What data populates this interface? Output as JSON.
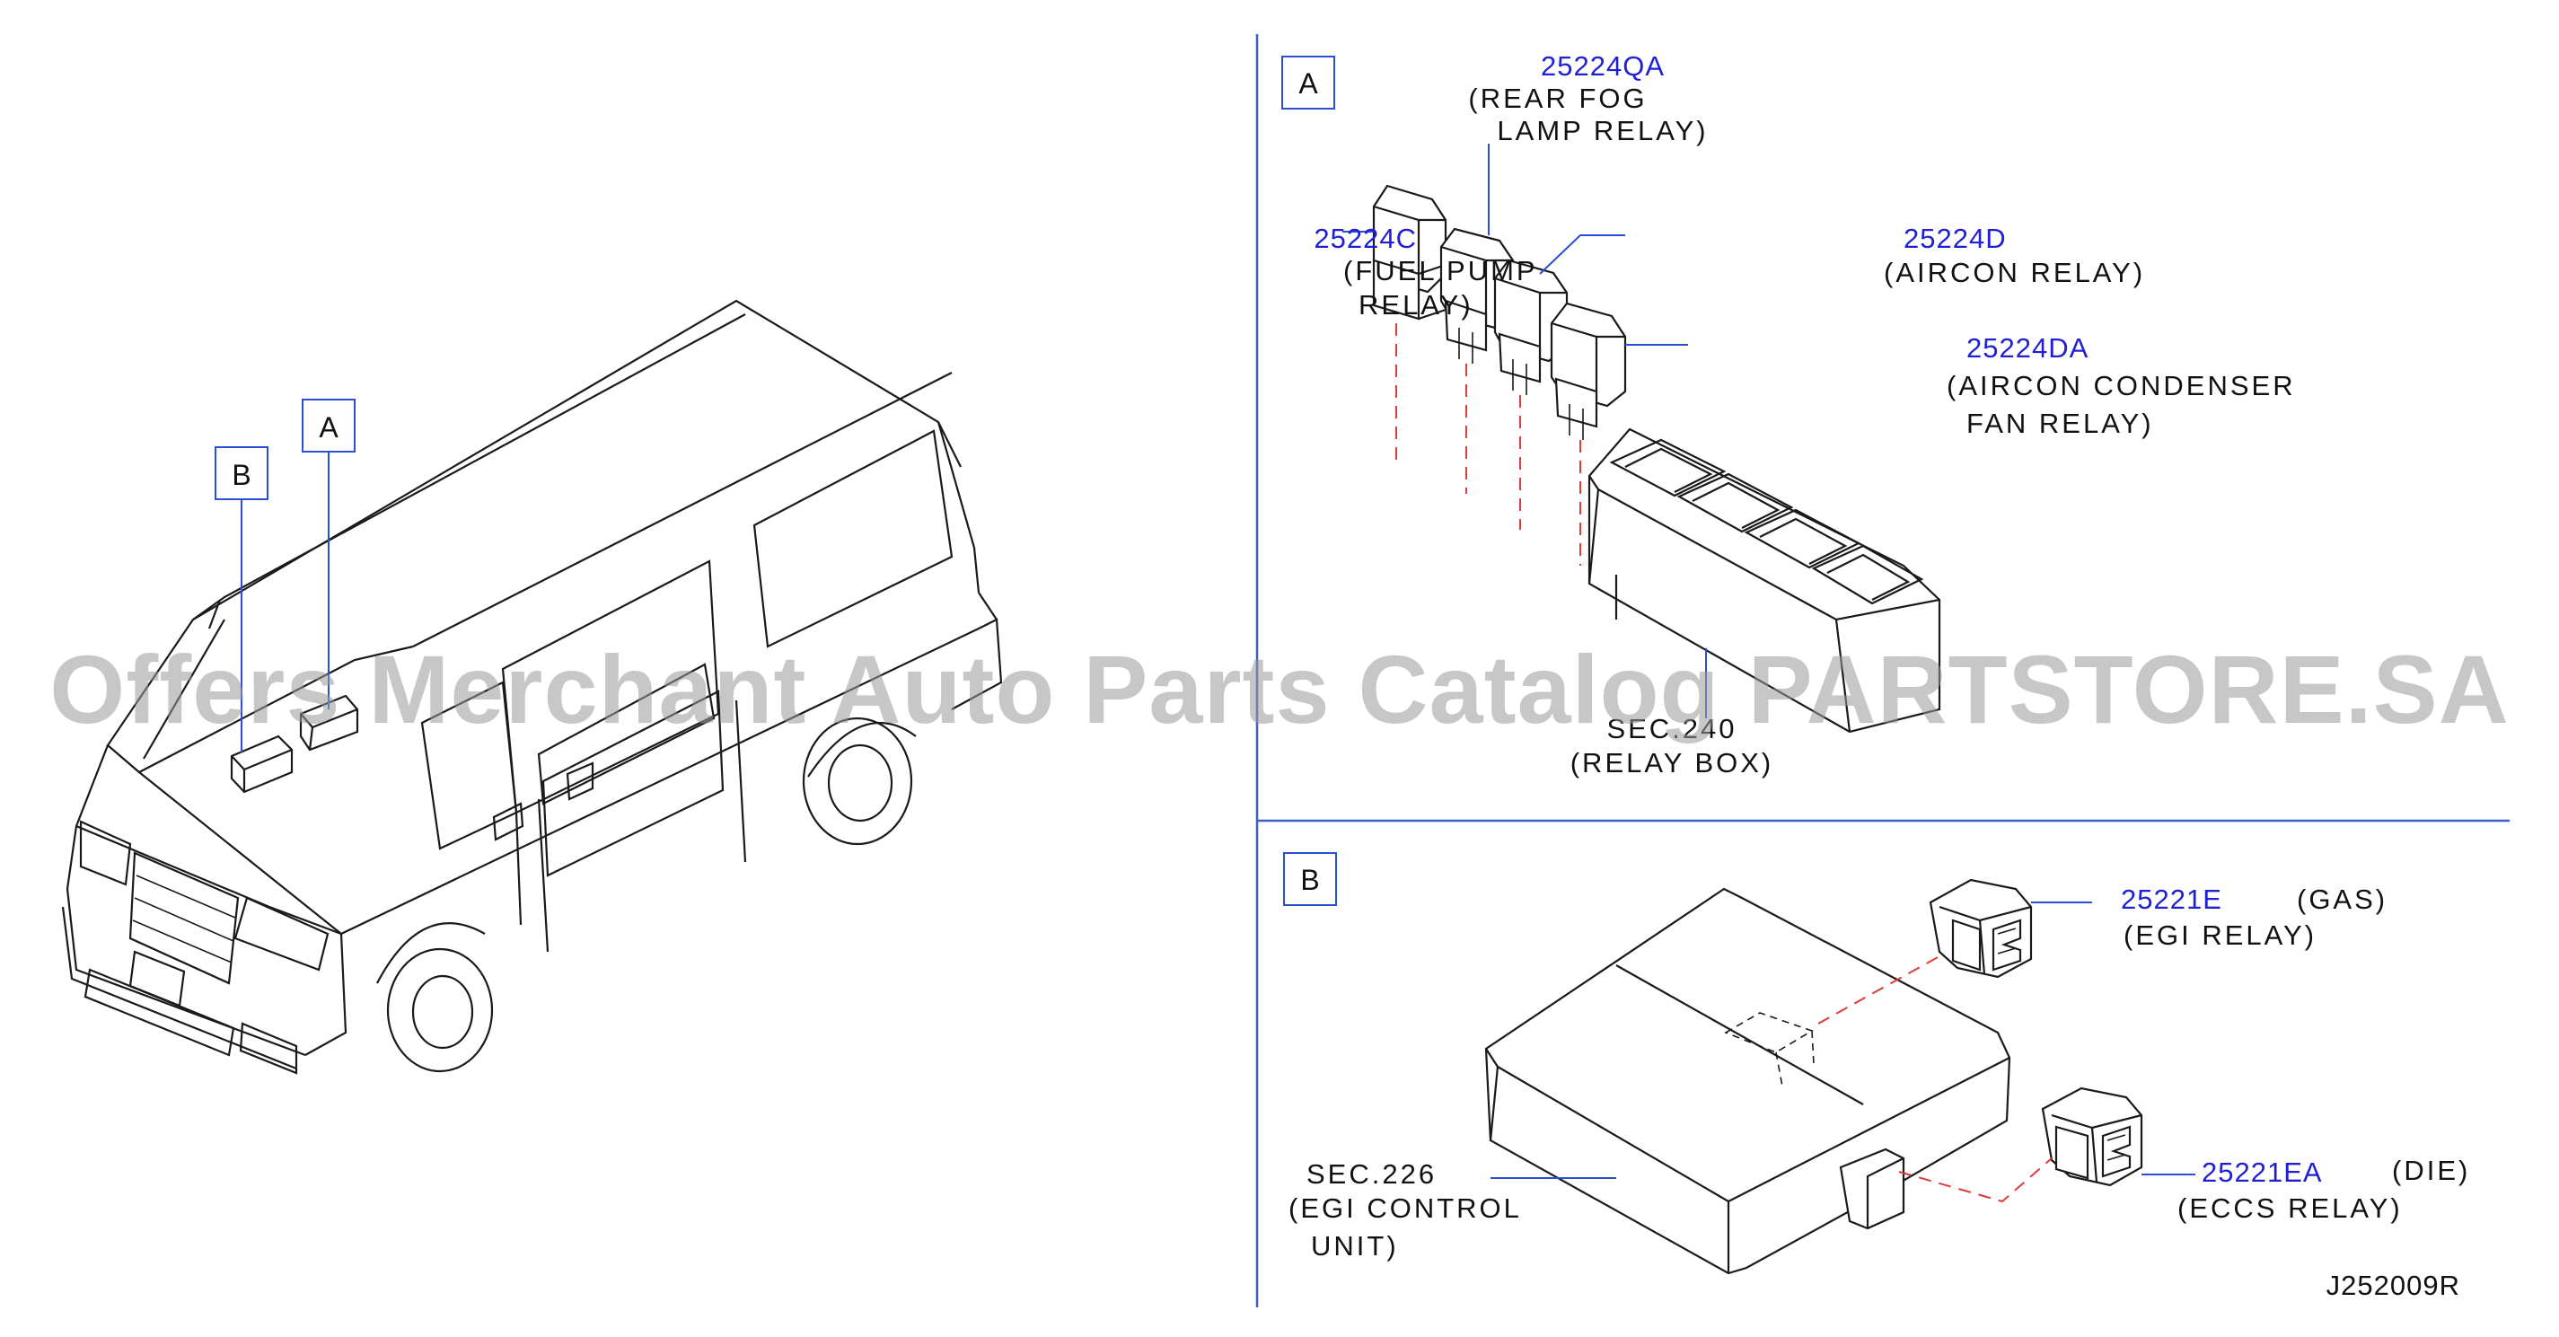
{
  "diagram": {
    "code": "J252009R",
    "watermark": "Offers Merchant Auto Parts Catalog PARTSTORE.SA",
    "overview": {
      "callout_a": "A",
      "callout_b": "B"
    },
    "panel_a": {
      "tag": "A",
      "parts": [
        {
          "number": "25224QA",
          "desc_1": "(REAR  FOG",
          "desc_2": "LAMP  RELAY)"
        },
        {
          "number": "25224C",
          "desc_1": "(FUEL  PUMP",
          "desc_2": "RELAY)"
        },
        {
          "number": "25224D",
          "desc_1": "(AIRCON  RELAY)"
        },
        {
          "number": "25224DA",
          "desc_1": "(AIRCON  CONDENSER",
          "desc_2": "FAN  RELAY)"
        }
      ],
      "ref_1": "SEC.240",
      "ref_2": "(RELAY  BOX)"
    },
    "panel_b": {
      "tag": "B",
      "parts": [
        {
          "number": "25221E",
          "variant": "(GAS)",
          "desc_1": "(EGI  RELAY)"
        },
        {
          "number": "25221EA",
          "variant": "(DIE)",
          "desc_1": "(ECCS  RELAY)"
        }
      ],
      "ref_1": "SEC.226",
      "ref_2": "(EGI  CONTROL",
      "ref_3": "UNIT)"
    }
  },
  "colors": {
    "part_number": "#1f1fd6",
    "leader": "#2a4fd0",
    "explode_dash": "#e03a3a",
    "divider": "#3a5fcf"
  }
}
